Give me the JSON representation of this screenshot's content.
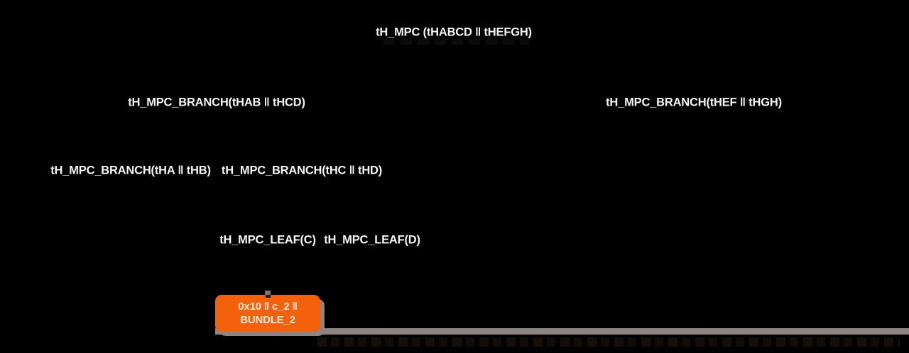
{
  "colors": {
    "background": "#000000",
    "label_text": "#f5f5f5",
    "bundle_fill": "#f4610d",
    "bundle_text": "#fdeade",
    "shadow_and_bar": "#8e8480"
  },
  "tree": {
    "root": {
      "label": "tH_MPC (tHABCD ‖ tHEFGH)"
    },
    "branches_l2": [
      {
        "label": "tH_MPC_BRANCH(tHAB ‖ tHCD)"
      },
      {
        "label": "tH_MPC_BRANCH(tHEF ‖ tHGH)"
      }
    ],
    "branches_l3": [
      {
        "label": "tH_MPC_BRANCH(tHA ‖ tHB)"
      },
      {
        "label": "tH_MPC_BRANCH(tHC ‖ tHD)"
      }
    ],
    "leaves": [
      {
        "label": "tH_MPC_LEAF(C)"
      },
      {
        "label": "tH_MPC_LEAF(D)"
      }
    ],
    "bundle": {
      "line1": "0x10 ‖ c_2 ‖",
      "line2": "BUNDLE_2"
    }
  }
}
